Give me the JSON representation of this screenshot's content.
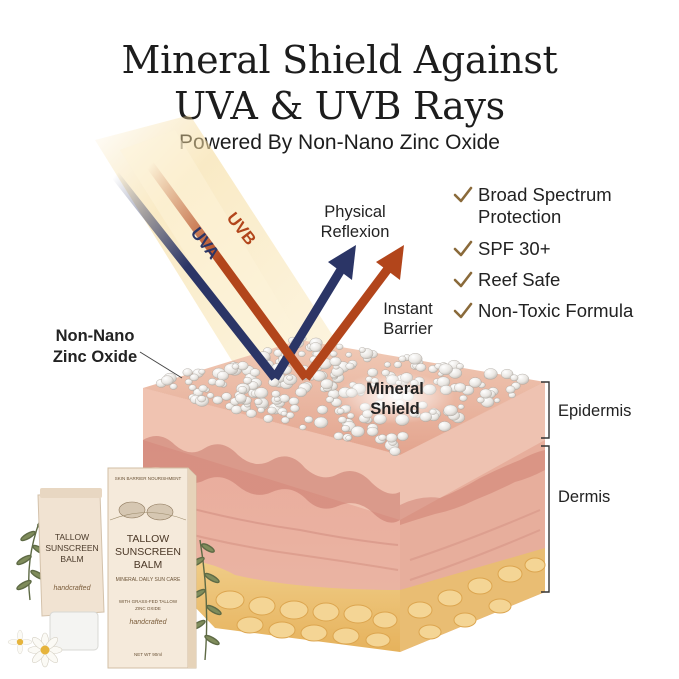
{
  "header": {
    "title_line1": "Mineral Shield Against",
    "title_line2": "UVA & UVB Rays",
    "subtitle": "Powered By Non-Nano Zinc Oxide"
  },
  "rays": {
    "uva": "UVA",
    "uvb": "UVB",
    "uva_color": "#2b3566",
    "uvb_color": "#b2451b",
    "light_color": "#f6dfa6"
  },
  "labels": {
    "physical_reflexion_line1": "Physical",
    "physical_reflexion_line2": "Reflexion",
    "instant_barrier_line1": "Instant",
    "instant_barrier_line2": "Barrier",
    "zinc_line1": "Non-Nano",
    "zinc_line2": "Zinc Oxide",
    "mineral_line1": "Mineral",
    "mineral_line2": "Shield",
    "epidermis": "Epidermis",
    "dermis": "Dermis"
  },
  "features": [
    {
      "icon": "checkmark-icon",
      "line1": "Broad Spectrum",
      "line2": "Protection"
    },
    {
      "icon": "checkmark-icon",
      "line1": "SPF 30+",
      "line2": ""
    },
    {
      "icon": "checkmark-icon",
      "line1": "Reef Safe",
      "line2": ""
    },
    {
      "icon": "checkmark-icon",
      "line1": "Non-Toxic Formula",
      "line2": ""
    }
  ],
  "product": {
    "box_top": "SKIN BARRIER NOURISHMENT",
    "box_title1": "TALLOW",
    "box_title2": "SUNSCREEN",
    "box_title3": "BALM",
    "box_sub": "MINERAL DAILY SUN CARE",
    "box_ing1": "WITH GRASS-FED TALLOW",
    "box_ing2": "ZINC OXIDE",
    "box_script": "handcrafted",
    "box_net": "NET WT 90ml",
    "tube_title1": "TALLOW",
    "tube_title2": "SUNSCREEN",
    "tube_title3": "BALM",
    "tube_script": "handcrafted"
  },
  "colors": {
    "check": "#8a6a3a",
    "skin_top": "#e9b9a3",
    "skin_side": "#e3a899",
    "fat": "#ebc277"
  }
}
